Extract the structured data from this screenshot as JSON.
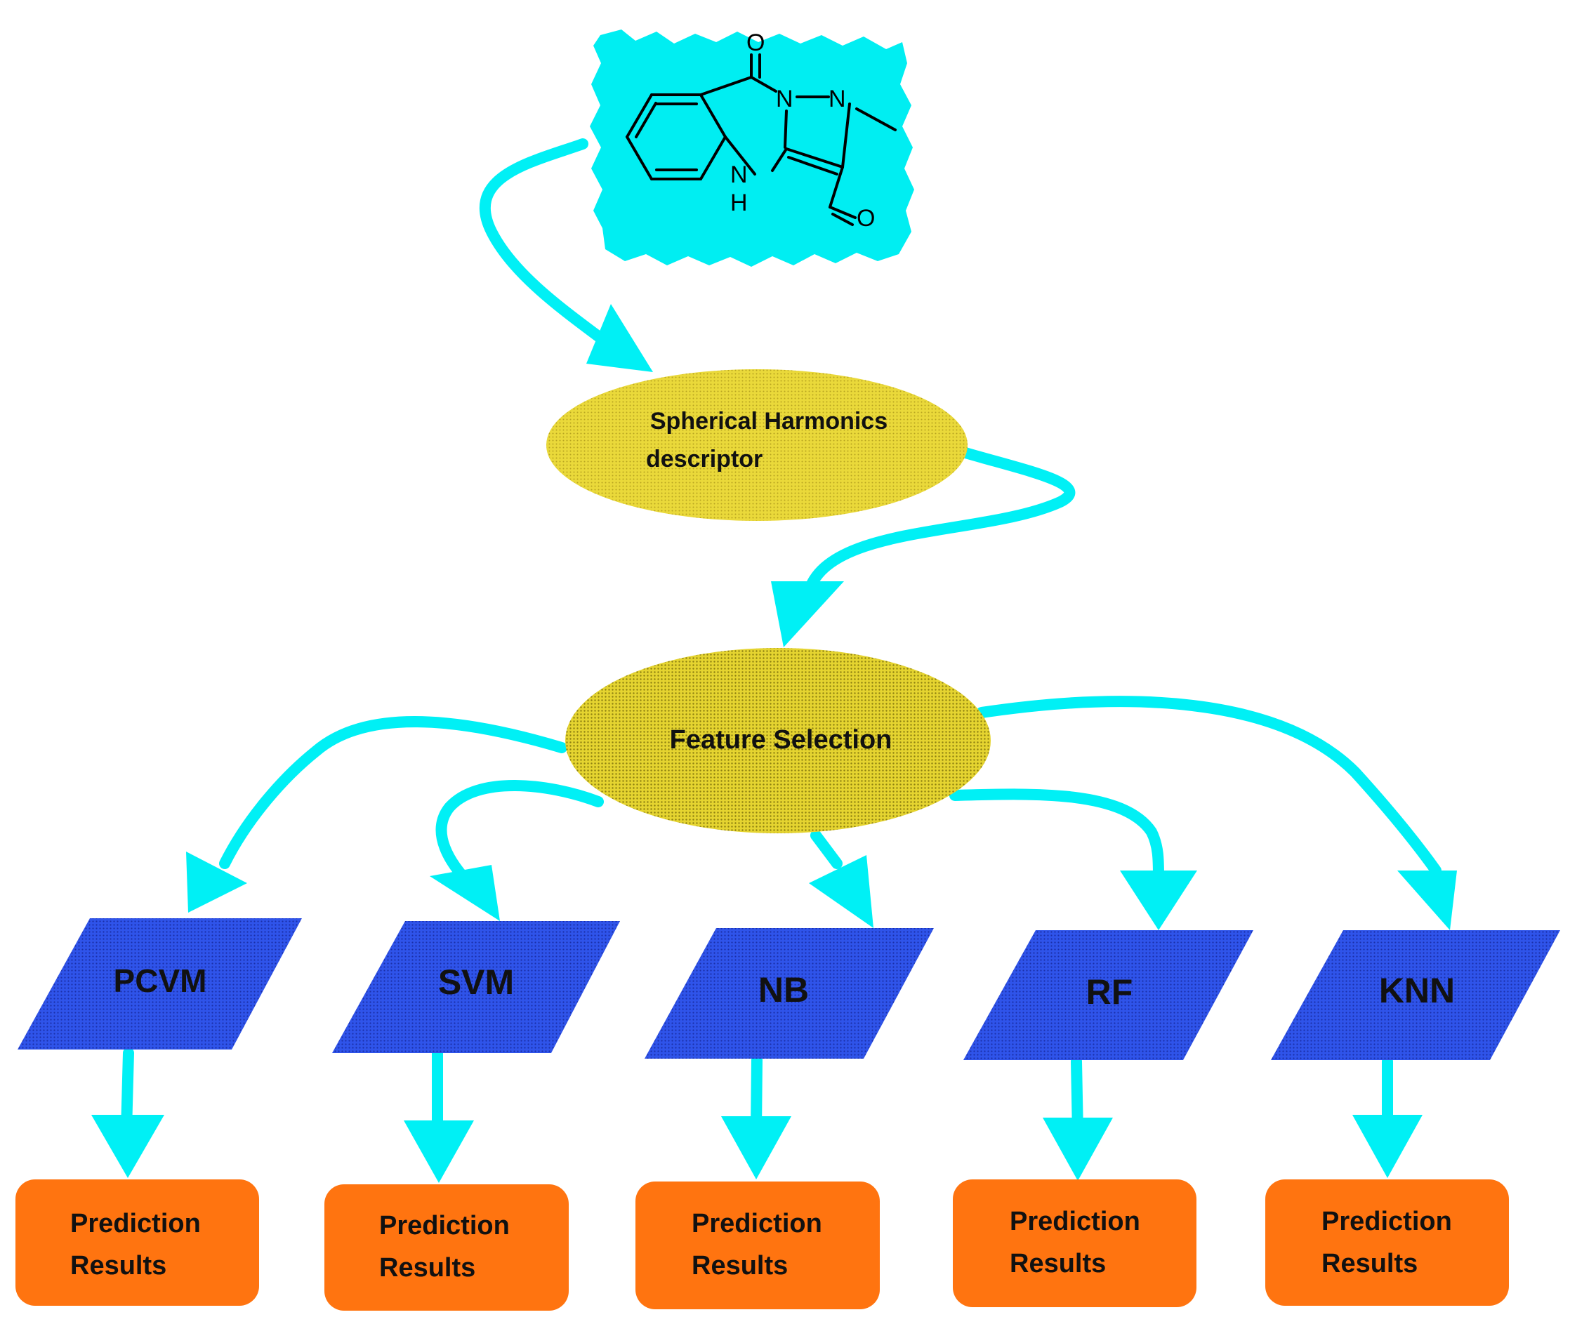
{
  "colors": {
    "arrow": "#00f0f5",
    "molecule_bg": "#00eef2",
    "ellipse": "#e8d836",
    "classifier": "#2c4fe6",
    "result": "#ff7410"
  },
  "molecule": {
    "atoms": {
      "o_top": "O",
      "n1": "N",
      "n2": "N",
      "nh_n": "N",
      "nh_h": "H",
      "o_ald": "O"
    }
  },
  "nodes": {
    "descriptor": {
      "line1": "Spherical Harmonics",
      "line2": "descriptor"
    },
    "feature_selection": {
      "label": "Feature Selection"
    }
  },
  "classifiers": [
    {
      "label": "PCVM"
    },
    {
      "label": "SVM"
    },
    {
      "label": "NB"
    },
    {
      "label": "RF"
    },
    {
      "label": "KNN"
    }
  ],
  "results": [
    {
      "line1": "Prediction",
      "line2": "Results"
    },
    {
      "line1": "Prediction",
      "line2": "Results"
    },
    {
      "line1": "Prediction",
      "line2": "Results"
    },
    {
      "line1": "Prediction",
      "line2": "Results"
    },
    {
      "line1": "Prediction",
      "line2": "Results"
    }
  ]
}
